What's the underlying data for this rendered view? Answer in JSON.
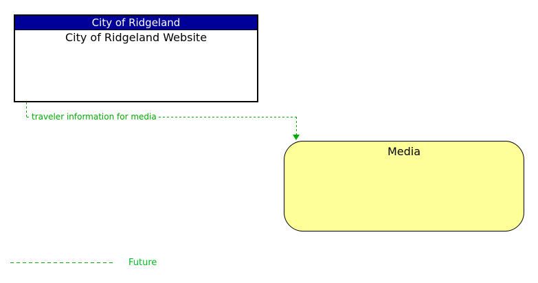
{
  "boxes": {
    "ridgeland": {
      "header": "City of Ridgeland",
      "body": "City of Ridgeland Website"
    },
    "media": {
      "title": "Media"
    }
  },
  "flows": [
    {
      "label": "traveler information for media",
      "status": "future",
      "from": "City of Ridgeland Website",
      "to": "Media"
    }
  ],
  "legend": {
    "items": [
      {
        "label": "Future",
        "line_style": "dashed"
      }
    ]
  },
  "colors": {
    "entity_header_bg": "#000099",
    "entity_header_text": "#ffffff",
    "entity_border": "#000000",
    "terminator_fill": "#ffff99",
    "future_flow_green": "#00aa00",
    "background": "#ffffff"
  }
}
